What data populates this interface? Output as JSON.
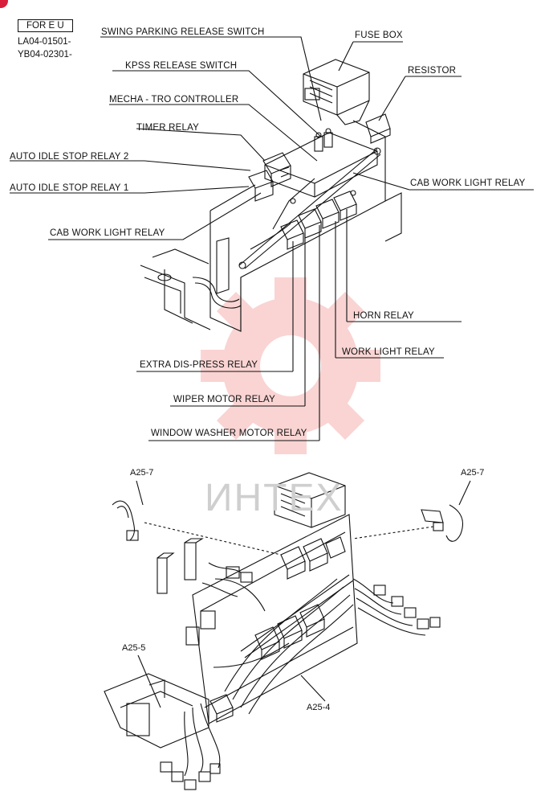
{
  "header": {
    "region_tag": "FOR E U",
    "serials": [
      "LA04-01501-",
      "YB04-02301-"
    ]
  },
  "labels": {
    "swing_parking_release_switch": "SWING PARKING RELEASE SWITCH",
    "kpss_release_switch": "KPSS RELEASE SWITCH",
    "mecha_tro_controller": "MECHA - TRO CONTROLLER",
    "timer_relay": "TIMER RELAY",
    "auto_idle_stop_relay_2": "AUTO IDLE STOP RELAY 2",
    "auto_idle_stop_relay_1": "AUTO IDLE STOP RELAY 1",
    "cab_work_light_relay_left": "CAB WORK LIGHT RELAY",
    "fuse_box": "FUSE BOX",
    "resistor": "RESISTOR",
    "cab_work_light_relay_right": "CAB WORK LIGHT RELAY",
    "horn_relay": "HORN RELAY",
    "work_light_relay": "WORK LIGHT RELAY",
    "extra_dis_press_relay": "EXTRA DIS-PRESS RELAY",
    "wiper_motor_relay": "WIPER MOTOR RELAY",
    "window_washer_motor_relay": "WINDOW WASHER MOTOR RELAY"
  },
  "refs": {
    "a25_7_left": "A25-7",
    "a25_7_right": "A25-7",
    "a25_5": "A25-5",
    "a25_4": "A25-4"
  },
  "watermark": {
    "text": "ИНТЕХ",
    "color": "#e8413c"
  }
}
